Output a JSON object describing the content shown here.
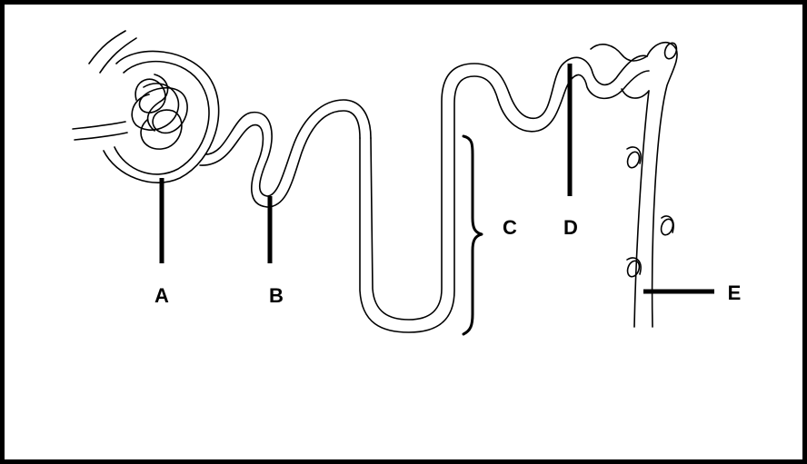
{
  "labels": {
    "a": "A",
    "b": "B",
    "c": "C",
    "d": "D",
    "e": "E"
  },
  "colors": {
    "border": "#000000",
    "ink": "#000000",
    "background": "#ffffff"
  }
}
